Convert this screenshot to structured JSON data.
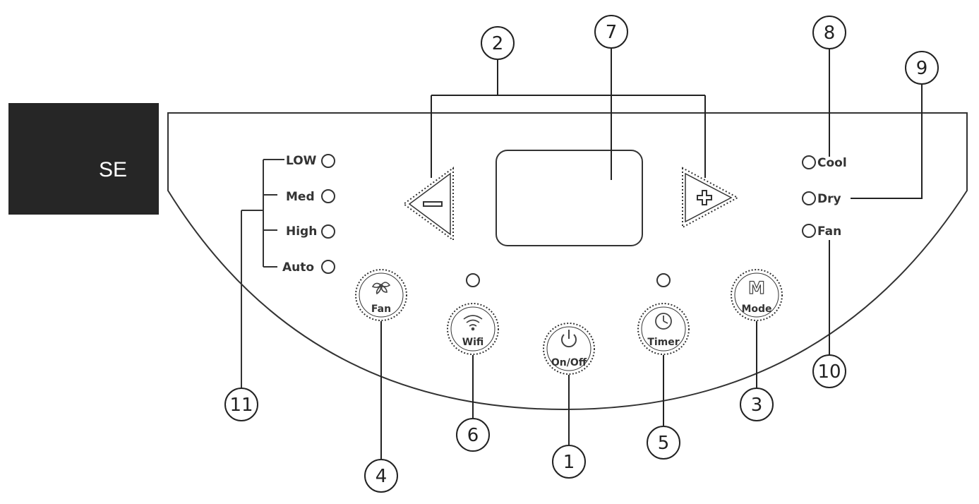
{
  "badge": {
    "text": "SE"
  },
  "fan_speed_labels": [
    "LOW",
    "Med",
    "High",
    "Auto"
  ],
  "mode_labels": [
    "Cool",
    "Dry",
    "Fan"
  ],
  "buttons": {
    "fan": "Fan",
    "wifi": "Wifi",
    "power": "On/Off",
    "timer": "Timer",
    "mode": "Mode",
    "mode_glyph": "M"
  },
  "callouts": {
    "c1": "1",
    "c2": "2",
    "c3": "3",
    "c4": "4",
    "c5": "5",
    "c6": "6",
    "c7": "7",
    "c8": "8",
    "c9": "9",
    "c10": "10",
    "c11": "11"
  },
  "icons": {
    "minus": "minus-icon",
    "plus": "plus-icon",
    "fan": "fan-icon",
    "wifi": "wifi-icon",
    "power": "power-icon",
    "timer": "clock-icon"
  }
}
